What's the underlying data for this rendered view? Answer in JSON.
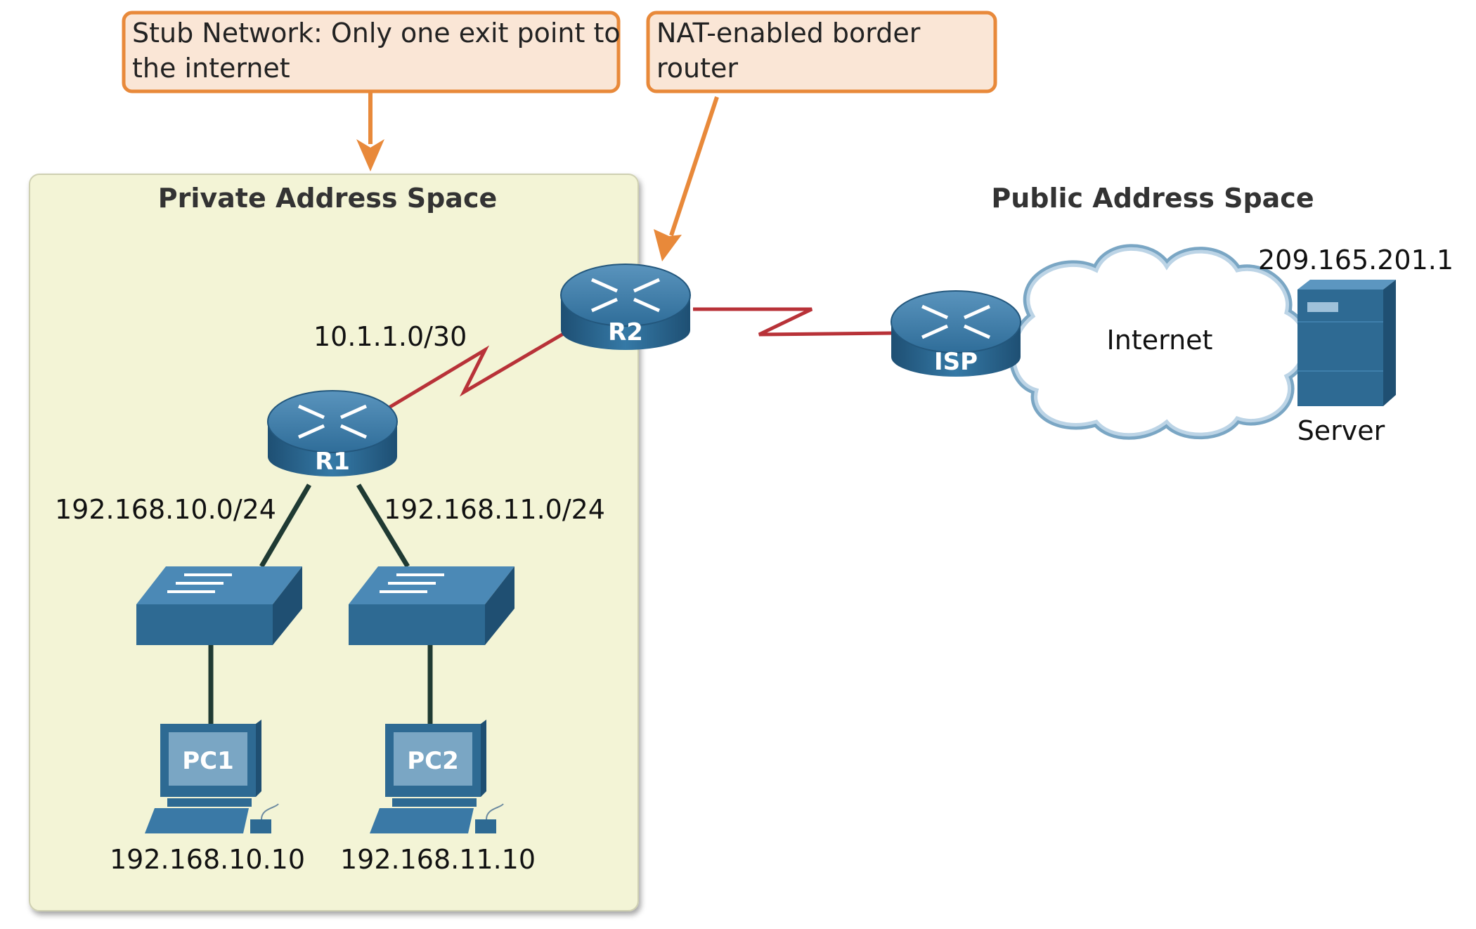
{
  "callouts": {
    "stub": {
      "line1": "Stub Network: Only one exit point to",
      "line2": "the internet"
    },
    "nat": {
      "line1": "NAT-enabled border",
      "line2": "router"
    }
  },
  "zones": {
    "private": "Private Address Space",
    "public": "Public Address Space"
  },
  "devices": {
    "r1": "R1",
    "r2": "R2",
    "isp": "ISP",
    "pc1": "PC1",
    "pc2": "PC2",
    "internet": "Internet",
    "server": "Server"
  },
  "addresses": {
    "r1_r2_link": "10.1.1.0/30",
    "lan1": "192.168.10.0/24",
    "lan2": "192.168.11.0/24",
    "pc1_ip": "192.168.10.10",
    "pc2_ip": "192.168.11.10",
    "server_ip": "209.165.201.1"
  },
  "colors": {
    "private_zone_fill": "#f3f4d6",
    "callout_fill": "#fae6d6",
    "callout_border": "#e8893a",
    "device_blue": "#2e6a93",
    "wan_link": "#b83238",
    "lan_link": "#1f3a33"
  }
}
